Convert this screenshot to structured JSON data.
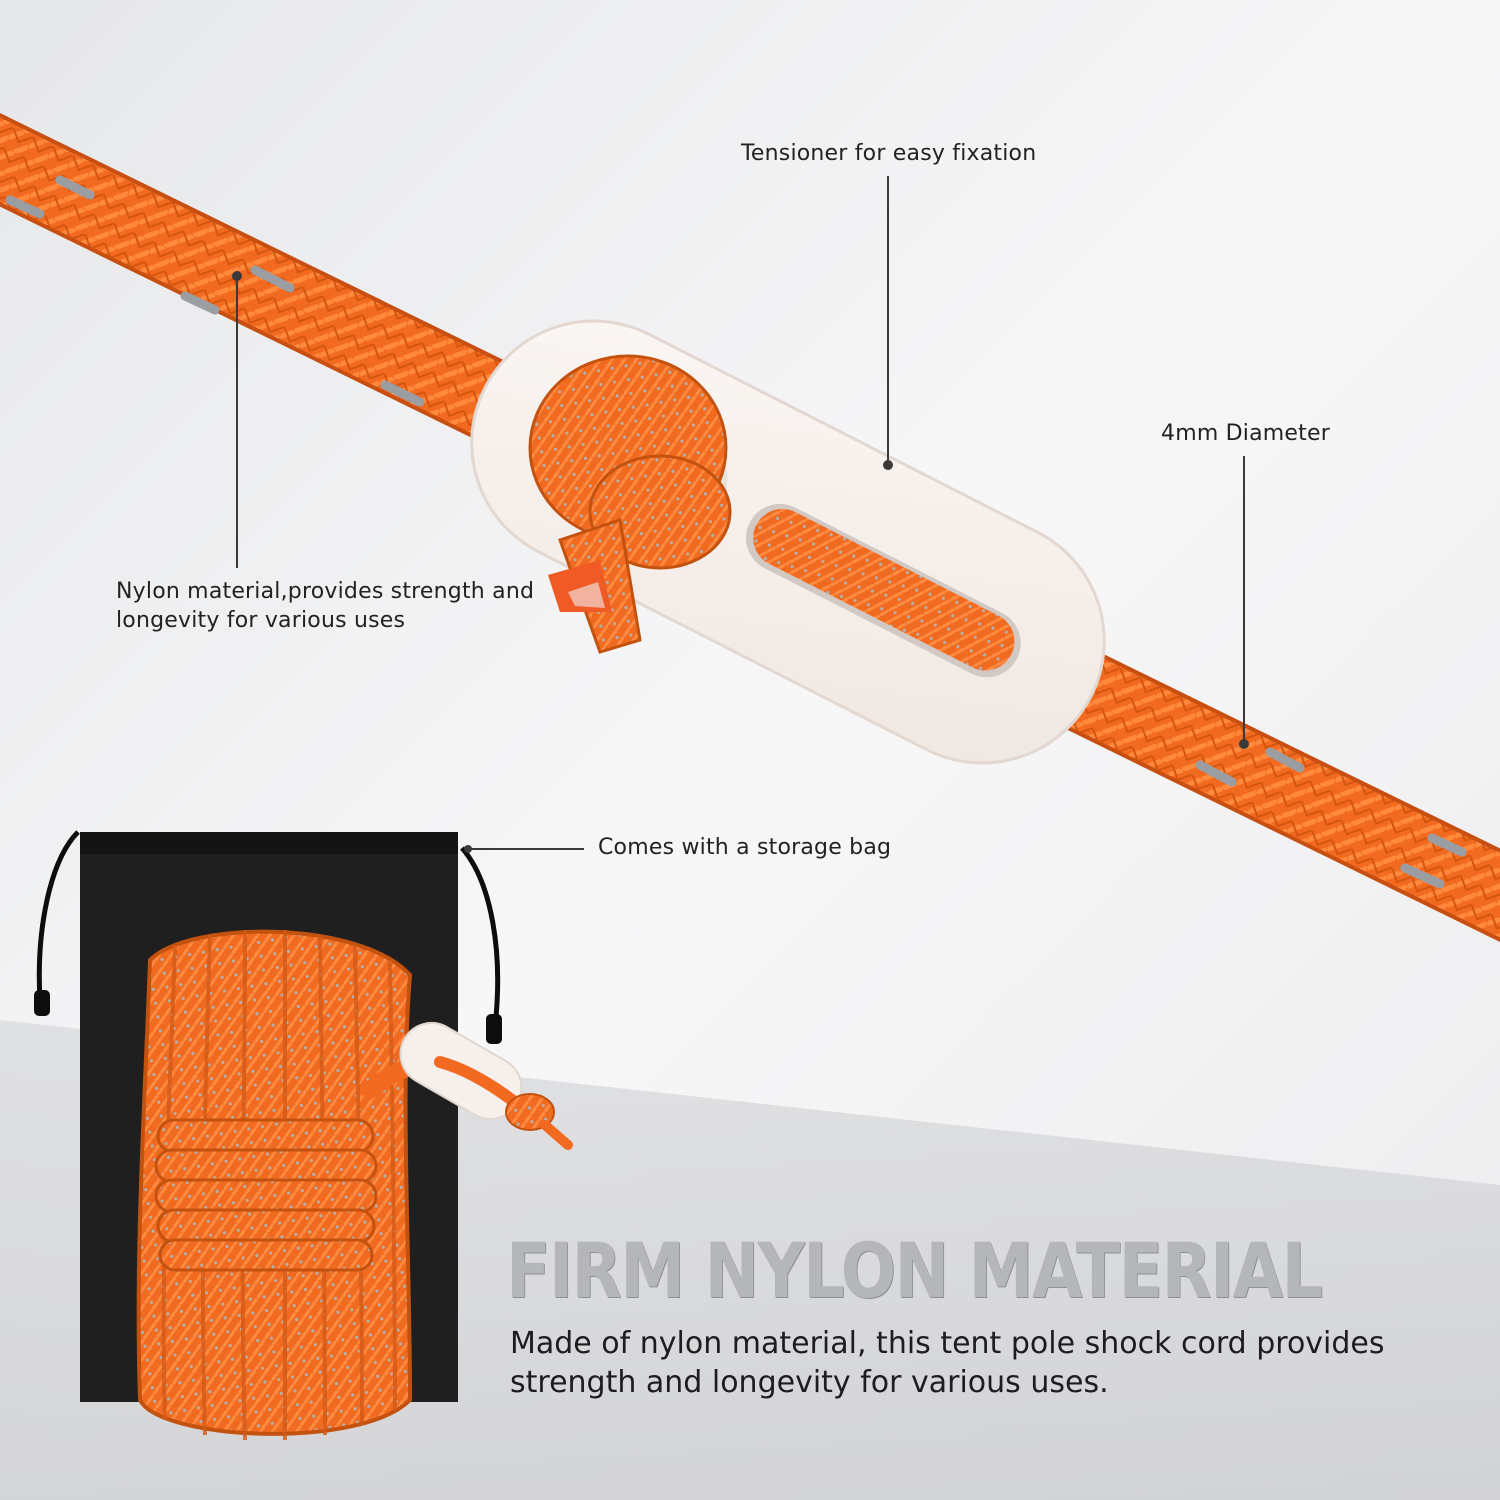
{
  "callouts": {
    "tensioner": "Tensioner for easy fixation",
    "diameter": "4mm Diameter",
    "nylon": "Nylon material,provides strength and longevity for various uses",
    "storage_bag": "Comes with a storage bag"
  },
  "headline": "FIRM NYLON MATERIAL",
  "description": "Made of nylon material, this tent pole shock cord provides strength and longevity for various uses.",
  "colors": {
    "rope_orange": "#f26a1f",
    "reflective_stripe": "#9a9ea3",
    "tensioner_white": "#f7f2ef",
    "bag_black": "#1f1f20",
    "headline_grey": "#b4b6b9"
  }
}
